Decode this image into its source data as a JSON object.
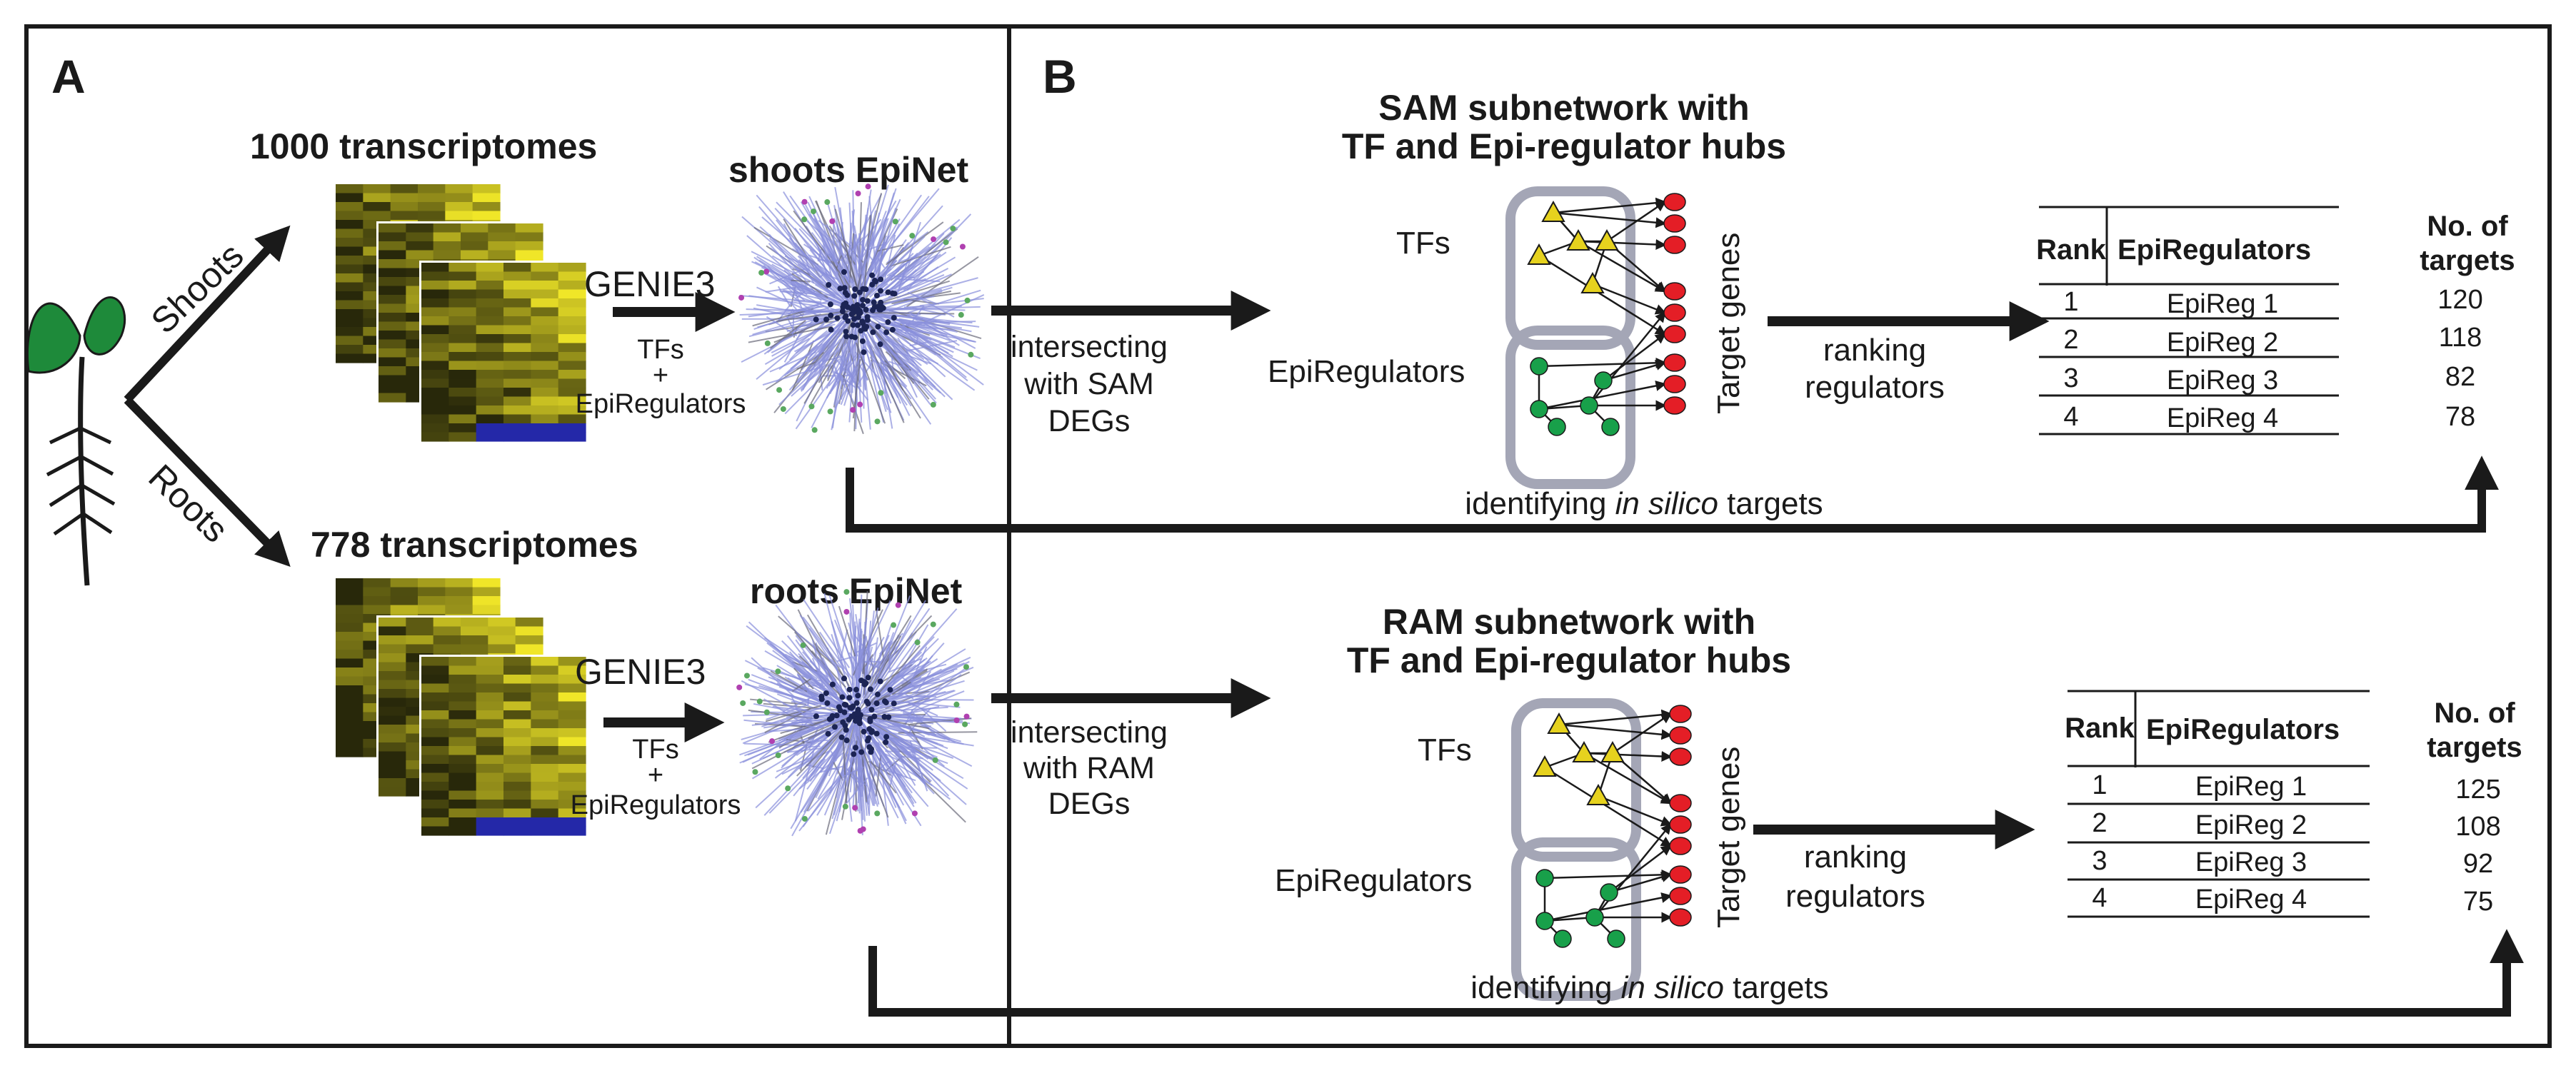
{
  "panel_a": {
    "label": "A",
    "branch_shoots": "Shoots",
    "branch_roots": "Roots",
    "shoots_count": "1000 transcriptomes",
    "roots_count": "778 transcriptomes",
    "method": "GENIE3",
    "inputs_line1": "TFs",
    "inputs_plus": "+",
    "inputs_line2": "EpiRegulators",
    "shoots_net": "shoots EpiNet",
    "roots_net": "roots EpiNet"
  },
  "panel_b": {
    "label": "B",
    "sam": {
      "title_line1": "SAM subnetwork with",
      "title_line2": "TF and Epi-regulator hubs",
      "intersect_line1": "intersecting",
      "intersect_line2": "with SAM",
      "intersect_line3": "DEGs",
      "tfs_label": "TFs",
      "epi_label": "EpiRegulators",
      "target_genes": "Target genes",
      "ranking_line1": "ranking",
      "ranking_line2": "regulators",
      "identify_pre": "identifying ",
      "identify_em": "in silico",
      "identify_post": " targets",
      "targets_header_line1": "No. of",
      "targets_header_line2": "targets",
      "table": {
        "headers": [
          "Rank",
          "EpiRegulators"
        ],
        "rows": [
          {
            "rank": "1",
            "name": "EpiReg 1",
            "targets": "120"
          },
          {
            "rank": "2",
            "name": "EpiReg 2",
            "targets": "118"
          },
          {
            "rank": "3",
            "name": "EpiReg 3",
            "targets": "82"
          },
          {
            "rank": "4",
            "name": "EpiReg 4",
            "targets": "78"
          }
        ]
      }
    },
    "ram": {
      "title_line1": "RAM subnetwork with",
      "title_line2": "TF and Epi-regulator hubs",
      "intersect_line1": "intersecting",
      "intersect_line2": "with RAM",
      "intersect_line3": "DEGs",
      "tfs_label": "TFs",
      "epi_label": "EpiRegulators",
      "target_genes": "Target genes",
      "ranking_line1": "ranking",
      "ranking_line2": "regulators",
      "identify_pre": "identifying ",
      "identify_em": "in silico",
      "identify_post": " targets",
      "targets_header_line1": "No. of",
      "targets_header_line2": "targets",
      "table": {
        "headers": [
          "Rank",
          "EpiRegulators"
        ],
        "rows": [
          {
            "rank": "1",
            "name": "EpiReg 1",
            "targets": "125"
          },
          {
            "rank": "2",
            "name": "EpiReg 2",
            "targets": "108"
          },
          {
            "rank": "3",
            "name": "EpiReg 3",
            "targets": "92"
          },
          {
            "rank": "4",
            "name": "EpiReg 4",
            "targets": "75"
          }
        ]
      }
    }
  },
  "colors": {
    "ink": "#1a1a1a",
    "tf_yellow": "#e6d21e",
    "epi_green": "#18a04a",
    "target_red": "#e41e26",
    "hub_box": "#a4a6b6",
    "network_blue": "#8a90dc",
    "heatmap_yellow": "#e8e030",
    "heatmap_blue": "#2428a8",
    "leaf_green": "#1e8a3a"
  }
}
